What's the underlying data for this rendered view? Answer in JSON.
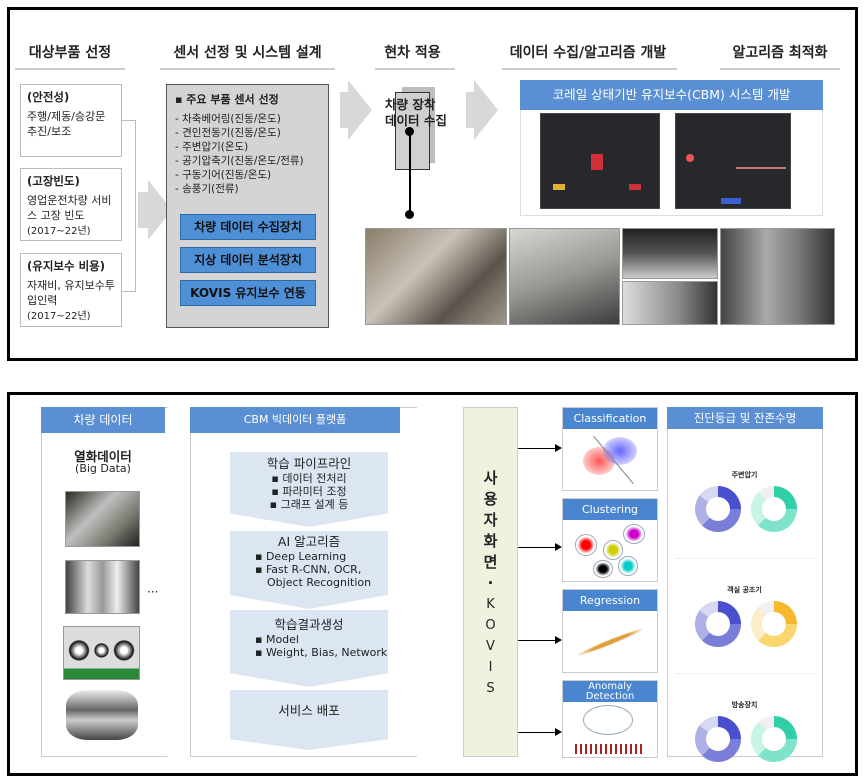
{
  "top": {
    "stages": [
      "대상부품 선정",
      "센서 선정 및 시스템 설계",
      "현차 적용",
      "데이터 수집/알고리즘 개발",
      "알고리즘 최적화"
    ],
    "criteria": [
      {
        "title": "(안전성)",
        "body": "주행/제동/승강문 추진/보조",
        "note": ""
      },
      {
        "title": "(고장빈도)",
        "body": "영업운전차량 서비스 고장 빈도",
        "note": "(2017~22년)"
      },
      {
        "title": "(유지보수 비용)",
        "body": "자재비, 유지보수투입인력",
        "note": "(2017~22년)"
      }
    ],
    "sensor": {
      "title": "▪ 주요 부품 센서 선정",
      "items": [
        "- 차축베어링(진동/온도)",
        "- 견인전동기(진동/온도)",
        "- 주변압기(온도)",
        "- 공기압축기(진동/온도/전류)",
        "- 구동기어(진동/온도)",
        "- 송풍기(전류)"
      ],
      "buttons": [
        "차량 데이터 수집장치",
        "지상 데이터 분석장치",
        "KOVIS 유지보수 연동"
      ]
    },
    "device": {
      "line1": "차량 장착",
      "line2": "데이터 수집"
    },
    "cbm_banner": "코레일 상태기반 유지보수(CBM) 시스템 개발"
  },
  "bottom": {
    "vehicle": {
      "header": "차량 데이터",
      "title": "열화데이터",
      "subtitle": "(Big Data)",
      "ellipsis": "···"
    },
    "platform": {
      "header": "CBM 빅데이터 플랫폼",
      "steps": [
        {
          "title": "학습 파이프라인",
          "items": [
            "▪ 데이터 전처리",
            "▪ 파라미터 조정",
            "▪ 그래프 설계 등"
          ]
        },
        {
          "title": "AI 알고리즘",
          "items": [
            "▪ Deep Learning",
            "▪ Fast R-CNN, OCR,",
            "  Object Recognition"
          ]
        },
        {
          "title": "학습결과생성",
          "items": [
            "▪ Model",
            "▪ Weight, Bias, Network"
          ]
        },
        {
          "title": "서비스 배포",
          "items": []
        }
      ]
    },
    "kovis": [
      "사",
      "용",
      "자",
      "화",
      "면",
      "·",
      "K",
      "O",
      "V",
      "I",
      "S"
    ],
    "algorithms": [
      "Classification",
      "Clustering",
      "Regression",
      "Anomaly Detection"
    ],
    "diagnosis": {
      "header": "진단등급 및 잔존수명",
      "components": [
        "주변압기",
        "객실 공조기",
        "방송장치"
      ],
      "colors": {
        "blue": "#4a4fd0",
        "green": "#2fcfa8",
        "yellow": "#f5b82e"
      }
    }
  }
}
